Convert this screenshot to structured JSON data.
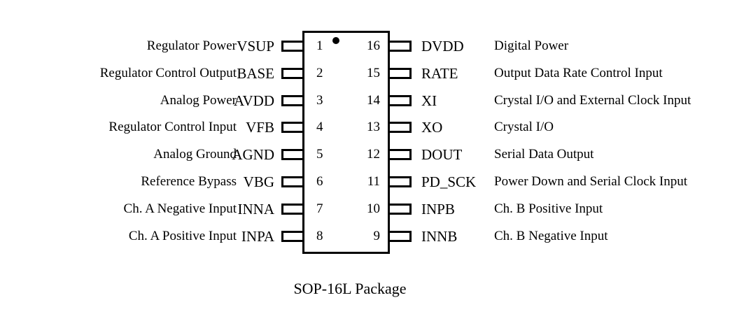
{
  "figure": {
    "caption": "SOP-16L Package",
    "package_type": "SOP-16L",
    "pin_count": 16,
    "marker": "pin1-dot",
    "line_color": "#000000",
    "text_color": "#000000",
    "background_color": "#ffffff"
  },
  "left_pins": [
    {
      "number": "1",
      "name": "VSUP",
      "description": "Regulator Power"
    },
    {
      "number": "2",
      "name": "BASE",
      "description": "Regulator Control Output"
    },
    {
      "number": "3",
      "name": "AVDD",
      "description": "Analog Power"
    },
    {
      "number": "4",
      "name": "VFB",
      "description": "Regulator Control Input"
    },
    {
      "number": "5",
      "name": "AGND",
      "description": "Analog Ground"
    },
    {
      "number": "6",
      "name": "VBG",
      "description": "Reference Bypass"
    },
    {
      "number": "7",
      "name": "INNA",
      "description": "Ch. A Negative Input"
    },
    {
      "number": "8",
      "name": "INPA",
      "description": "Ch. A Positive Input"
    }
  ],
  "right_pins": [
    {
      "number": "16",
      "name": "DVDD",
      "description": "Digital Power"
    },
    {
      "number": "15",
      "name": "RATE",
      "description": "Output Data Rate Control Input"
    },
    {
      "number": "14",
      "name": "XI",
      "description": "Crystal I/O and External Clock Input"
    },
    {
      "number": "13",
      "name": "XO",
      "description": "Crystal I/O"
    },
    {
      "number": "12",
      "name": "DOUT",
      "description": "Serial Data Output"
    },
    {
      "number": "11",
      "name": "PD_SCK",
      "description": "Power Down and Serial Clock Input"
    },
    {
      "number": "10",
      "name": "INPB",
      "description": "Ch. B Positive Input"
    },
    {
      "number": "9",
      "name": "INNB",
      "description": "Ch. B Negative Input"
    }
  ]
}
